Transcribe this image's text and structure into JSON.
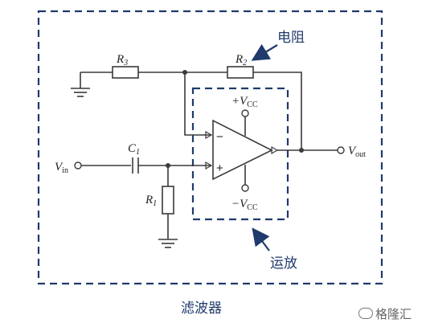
{
  "labels": {
    "r3": "R",
    "r3_sub": "3",
    "r2": "R",
    "r2_sub": "2",
    "r1": "R",
    "r1_sub": "1",
    "c1": "C",
    "c1_sub": "1",
    "vin": "V",
    "vin_sub": "in",
    "vout": "V",
    "vout_sub": "out",
    "vcc_pos": "+V",
    "vcc_pos_sub": "CC",
    "vcc_neg": "−V",
    "vcc_neg_sub": "CC",
    "minus_sign": "−",
    "plus_sign": "+"
  },
  "annotations": {
    "resistor": "电阻",
    "opamp": "运放",
    "filter": "滤波器"
  },
  "watermark": {
    "text": "格隆汇"
  },
  "colors": {
    "annotation": "#1f3a6b",
    "wire": "#3a3a3a"
  }
}
